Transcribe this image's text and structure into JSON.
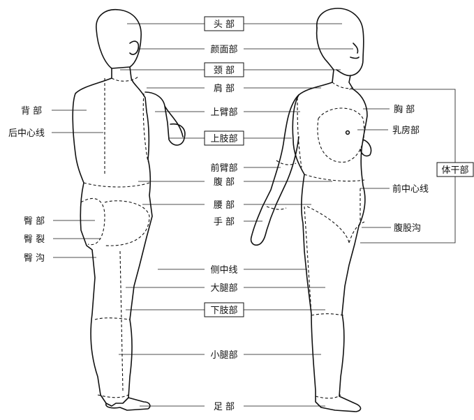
{
  "labels": {
    "head": "头  部",
    "face": "颜面部",
    "neck": "颈  部",
    "shoulder": "肩  部",
    "upper_arm": "上臂部",
    "upper_limb": "上肢部",
    "forearm": "前臂部",
    "abdomen": "腹  部",
    "waist": "腰  部",
    "hand": "手  部",
    "side_line": "侧中线",
    "thigh": "大腿部",
    "lower_limb": "下肢部",
    "calf": "小腿部",
    "foot": "足  部",
    "back": "背 部",
    "back_midline": "后中心线",
    "buttock": "臀 部",
    "gluteal_cleft": "臀 裂",
    "gluteal_groove": "臀 沟",
    "chest": "胸  部",
    "breast": "乳房部",
    "trunk": "体干部",
    "front_midline": "前中心线",
    "groin": "腹股沟"
  }
}
